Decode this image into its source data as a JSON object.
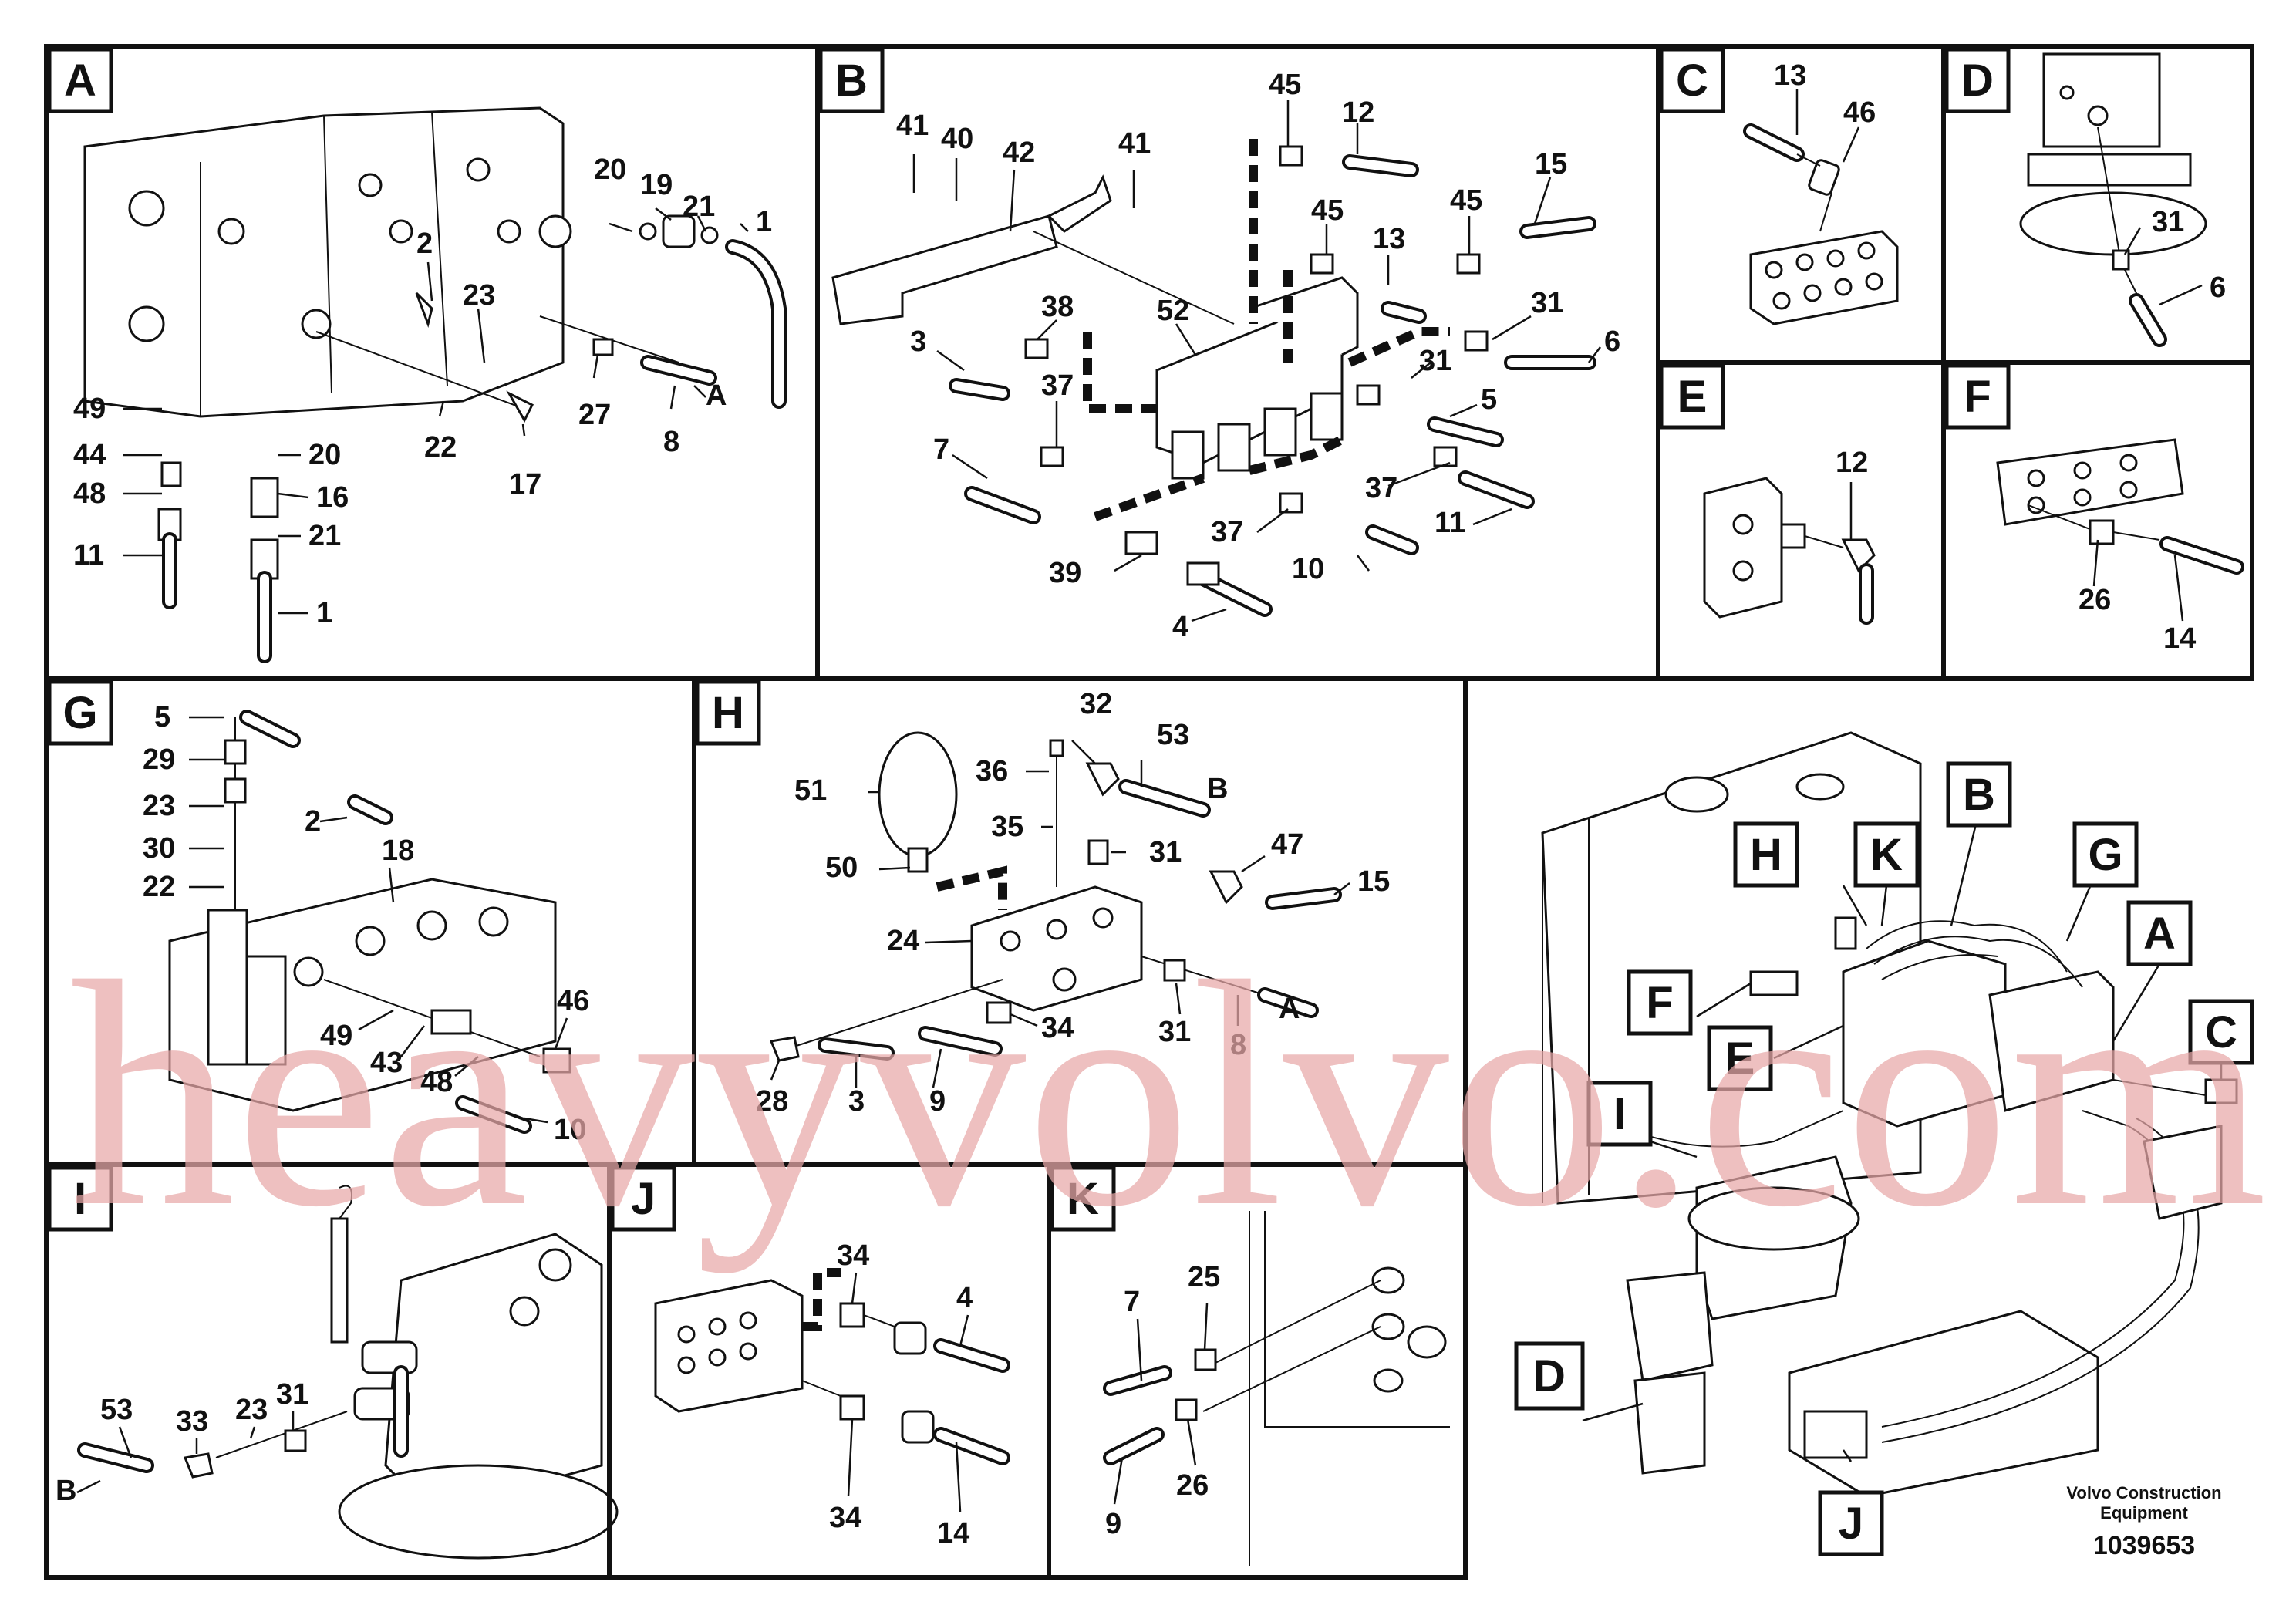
{
  "panels": {
    "A": {
      "tag": "A",
      "labels": [
        "1",
        "20",
        "19",
        "21",
        "2",
        "23",
        "49",
        "44",
        "20",
        "48",
        "16",
        "21",
        "11",
        "1",
        "22",
        "17",
        "27",
        "8",
        "A"
      ]
    },
    "B": {
      "tag": "B",
      "labels": [
        "41",
        "40",
        "42",
        "41",
        "45",
        "12",
        "45",
        "15",
        "45",
        "13",
        "38",
        "52",
        "31",
        "3",
        "37",
        "31",
        "6",
        "5",
        "7",
        "37",
        "39",
        "37",
        "10",
        "11",
        "4"
      ]
    },
    "C": {
      "tag": "C",
      "labels": [
        "13",
        "46"
      ]
    },
    "D": {
      "tag": "D",
      "labels": [
        "31",
        "6"
      ]
    },
    "E": {
      "tag": "E",
      "labels": [
        "12"
      ]
    },
    "F": {
      "tag": "F",
      "labels": [
        "26",
        "14"
      ]
    },
    "G": {
      "tag": "G",
      "labels": [
        "5",
        "29",
        "23",
        "30",
        "22",
        "2",
        "18",
        "49",
        "43",
        "48",
        "46",
        "10"
      ]
    },
    "H": {
      "tag": "H",
      "labels": [
        "32",
        "53",
        "B",
        "36",
        "51",
        "35",
        "31",
        "47",
        "15",
        "50",
        "24",
        "34",
        "31",
        "8",
        "A",
        "28",
        "3",
        "9"
      ]
    },
    "I": {
      "tag": "I",
      "labels": [
        "53",
        "33",
        "23",
        "31",
        "B"
      ]
    },
    "J": {
      "tag": "J",
      "labels": [
        "34",
        "4",
        "34",
        "14"
      ]
    },
    "K": {
      "tag": "K",
      "labels": [
        "7",
        "25",
        "9",
        "26"
      ]
    }
  },
  "overview_tags": [
    "B",
    "H",
    "K",
    "G",
    "A",
    "F",
    "C",
    "E",
    "I",
    "D",
    "J"
  ],
  "watermark": "heavyvolvo.com",
  "footer": {
    "line1": "Volvo Construction",
    "line2": "Equipment",
    "doc_number": "1039653"
  },
  "colors": {
    "ink": "#111111",
    "watermark": "#e8a8a8",
    "background": "#ffffff"
  }
}
